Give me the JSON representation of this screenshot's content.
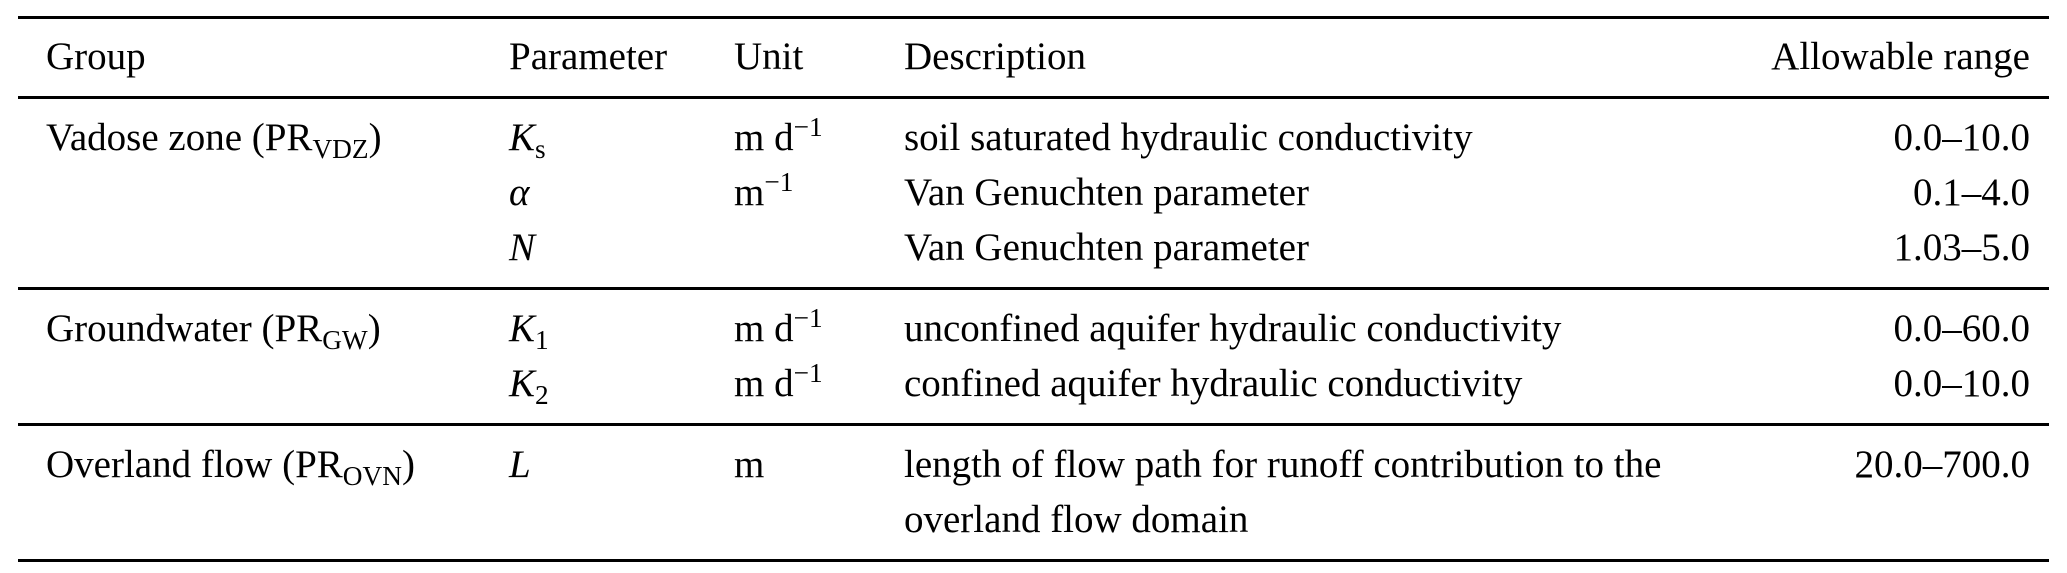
{
  "page": {
    "background_color": "#ffffff",
    "text_color": "#000000",
    "rule_color": "#000000"
  },
  "table": {
    "columns": [
      "Group",
      "Parameter",
      "Unit",
      "Description",
      "Allowable range"
    ],
    "groups": [
      {
        "label": {
          "prefix": "Vadose zone (PR",
          "sub": "VDZ",
          "suffix": ")"
        },
        "rows": [
          {
            "param": {
              "main": "K",
              "sub": "s"
            },
            "unit": {
              "base": "m d",
              "exp": "−1"
            },
            "description": "soil saturated hydraulic conductivity",
            "range": "0.0–10.0"
          },
          {
            "param": {
              "main": "α",
              "sub": ""
            },
            "unit": {
              "base": "m",
              "exp": "−1"
            },
            "description": "Van Genuchten parameter",
            "range": "0.1–4.0"
          },
          {
            "param": {
              "main": "N",
              "sub": ""
            },
            "unit": {
              "base": "",
              "exp": ""
            },
            "description": "Van Genuchten parameter",
            "range": "1.03–5.0"
          }
        ]
      },
      {
        "label": {
          "prefix": "Groundwater (PR",
          "sub": "GW",
          "suffix": ")"
        },
        "rows": [
          {
            "param": {
              "main": "K",
              "sub": "1"
            },
            "unit": {
              "base": "m d",
              "exp": "−1"
            },
            "description": "unconfined aquifer hydraulic conductivity",
            "range": "0.0–60.0"
          },
          {
            "param": {
              "main": "K",
              "sub": "2"
            },
            "unit": {
              "base": "m d",
              "exp": "−1"
            },
            "description": "confined aquifer hydraulic conductivity",
            "range": "0.0–10.0"
          }
        ]
      },
      {
        "label": {
          "prefix": "Overland flow (PR",
          "sub": "OVN",
          "suffix": ")"
        },
        "rows": [
          {
            "param": {
              "main": "L",
              "sub": ""
            },
            "unit": {
              "base": "m",
              "exp": ""
            },
            "description": "length of flow path for runoff contribution to the overland flow domain",
            "range": "20.0–700.0"
          }
        ]
      }
    ]
  }
}
